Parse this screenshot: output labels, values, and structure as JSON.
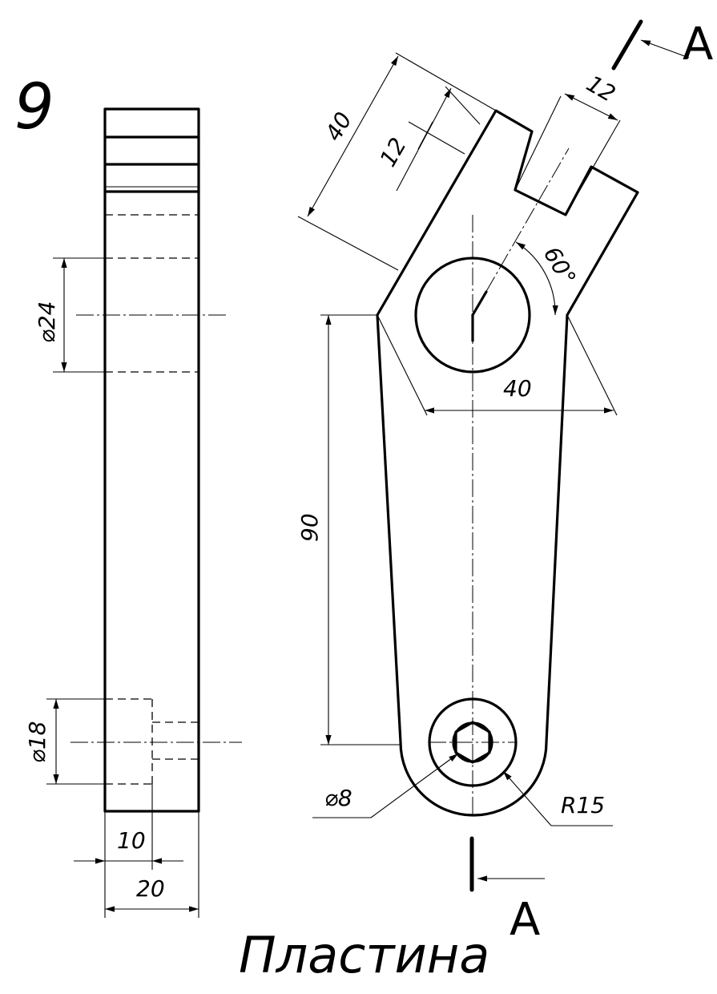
{
  "sheet_number": "9",
  "title": "Пластина",
  "section_label_top": "A",
  "section_label_bottom": "A",
  "dimensions": {
    "side_hole_large": "⌀24",
    "side_hole_small": "⌀18",
    "side_depth": "10",
    "side_width": "20",
    "slot_outer": "40",
    "slot_inner": "12",
    "slot_width": "12",
    "angle": "60°",
    "top_width": "40",
    "center_distance": "90",
    "small_hole": "⌀8",
    "radius": "R15"
  },
  "colors": {
    "ink": "#000000",
    "paper": "#ffffff"
  }
}
